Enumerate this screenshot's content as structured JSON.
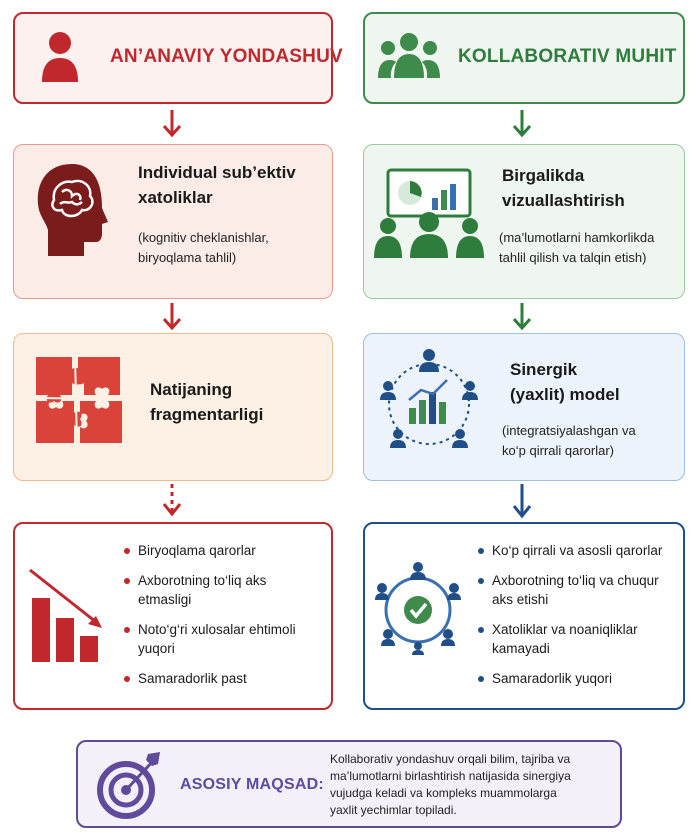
{
  "left_column": {
    "header": "AN’ANAVIY YONDASHUV",
    "step2_title_line1": "Individual sub’ektiv",
    "step2_title_line2": "xatoliklar",
    "step2_note_line1": "(kognitiv cheklanishlar,",
    "step2_note_line2": "biryoqlama tahlil)",
    "step3_title_line1": "Natijaning",
    "step3_title_line2": "fragmentarligi",
    "outcomes": [
      "Biryoqlama qarorlar",
      "Axborotning to‘liq aks etmasligi",
      "Noto‘g‘ri xulosalar ehtimoli yuqori",
      "Samaradorlik past"
    ]
  },
  "right_column": {
    "header": "KOLLABORATIV MUHIT",
    "step2_title_line1": "Birgalikda",
    "step2_title_line2": "vizuallashtirish",
    "step2_note_line1": "(ma’lumotlarni hamkorlikda",
    "step2_note_line2": "tahlil qilish va talqin etish)",
    "step3_title_line1": "Sinergik",
    "step3_title_line2": "(yaxlit) model",
    "step3_note_line1": "(integratsiyalashgan va",
    "step3_note_line2": "ko‘p qirrali qarorlar)",
    "outcomes": [
      "Ko‘p qirrali va asosli qarorlar",
      "Axborotning to‘liq va chuqur aks etishi",
      "Xatoliklar va noaniqliklar kamayadi",
      "Samaradorlik yuqori"
    ]
  },
  "goal": {
    "label": "ASOSIY MAQSAD:",
    "text_line1": "Kollaborativ yondashuv orqali bilim, tajriba va",
    "text_line2": "ma’lumotlarni birlashtirish natijasida sinergiya",
    "text_line3": "vujudga keladi va kompleks muammolarga",
    "text_line4": "yaxlit yechimlar topiladi."
  },
  "colors": {
    "red": "#c0282e",
    "green": "#3f8b4c",
    "blue": "#1f4f86",
    "purple": "#5f4a9c"
  },
  "icons": {
    "left_header": "person-icon",
    "right_header": "group-icon",
    "left_step2": "head-brain-icon",
    "right_step2": "team-presentation-icon",
    "left_step3": "puzzle-icon",
    "right_step3": "network-chart-icon",
    "left_outcome": "declining-bars-icon",
    "right_outcome": "network-check-icon",
    "goal": "target-icon"
  }
}
